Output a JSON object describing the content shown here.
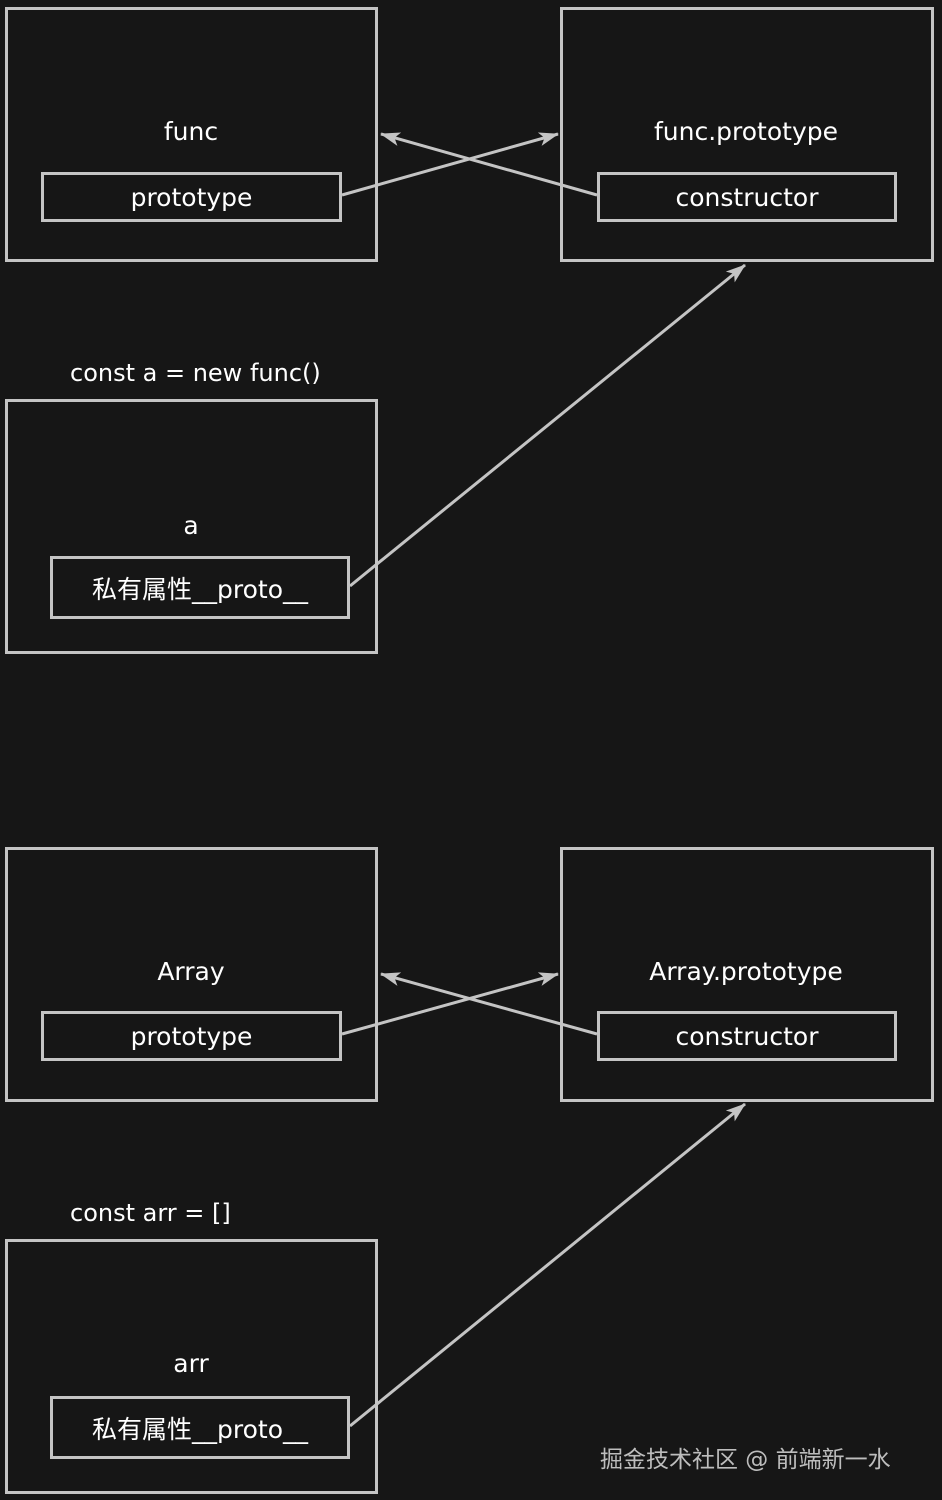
{
  "group1": {
    "func_box": {
      "title": "func",
      "prop": "prototype"
    },
    "proto_box": {
      "title": "func.prototype",
      "prop": "constructor"
    },
    "instance_caption": "const a = new func()",
    "instance_box": {
      "title": "a",
      "prop": "私有属性__proto__"
    }
  },
  "group2": {
    "func_box": {
      "title": "Array",
      "prop": "prototype"
    },
    "proto_box": {
      "title": "Array.prototype",
      "prop": "constructor"
    },
    "instance_caption": "const arr = []",
    "instance_box": {
      "title": "arr",
      "prop": "私有属性__proto__"
    }
  },
  "watermark": "掘金技术社区 @ 前端新一水",
  "colors": {
    "background": "#161616",
    "stroke": "#c4c4c4",
    "text": "#ffffff"
  }
}
